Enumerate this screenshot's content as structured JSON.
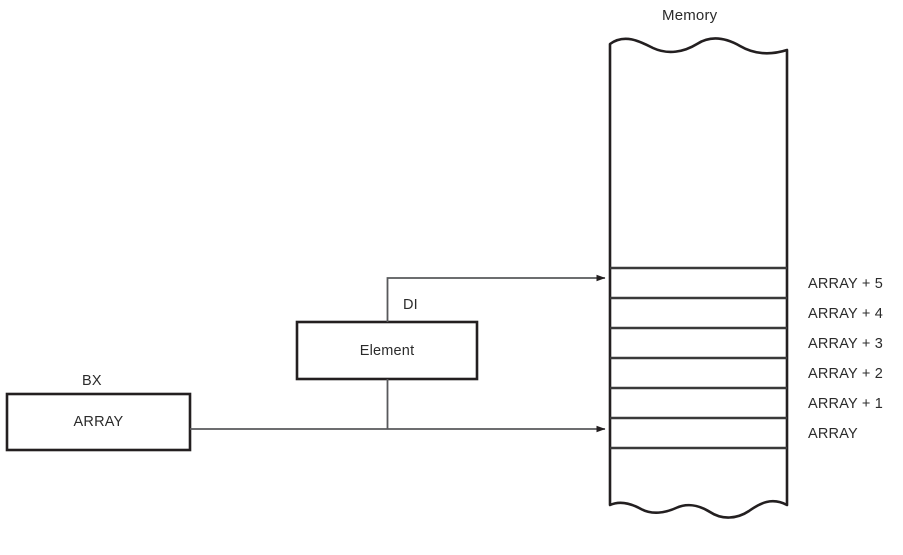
{
  "diagram": {
    "title": "Memory",
    "registers": [
      {
        "name": "BX",
        "value": "ARRAY"
      },
      {
        "name": "DI",
        "value": "Element"
      }
    ],
    "bx_register": {
      "label": "BX",
      "box_value": "ARRAY"
    },
    "di_register": {
      "label": "DI",
      "box_value": "Element"
    },
    "memory": {
      "title": "Memory",
      "cells": [
        {
          "label": "ARRAY + 5",
          "pointed_to": true
        },
        {
          "label": "ARRAY + 4",
          "pointed_to": false
        },
        {
          "label": "ARRAY + 3",
          "pointed_to": false
        },
        {
          "label": "ARRAY + 2",
          "pointed_to": false
        },
        {
          "label": "ARRAY + 1",
          "pointed_to": false
        },
        {
          "label": "ARRAY",
          "pointed_to": true
        }
      ]
    },
    "colors": {
      "stroke": "#231f20",
      "line": "#58595b",
      "text": "#2b2b2b",
      "background": "#ffffff"
    }
  }
}
